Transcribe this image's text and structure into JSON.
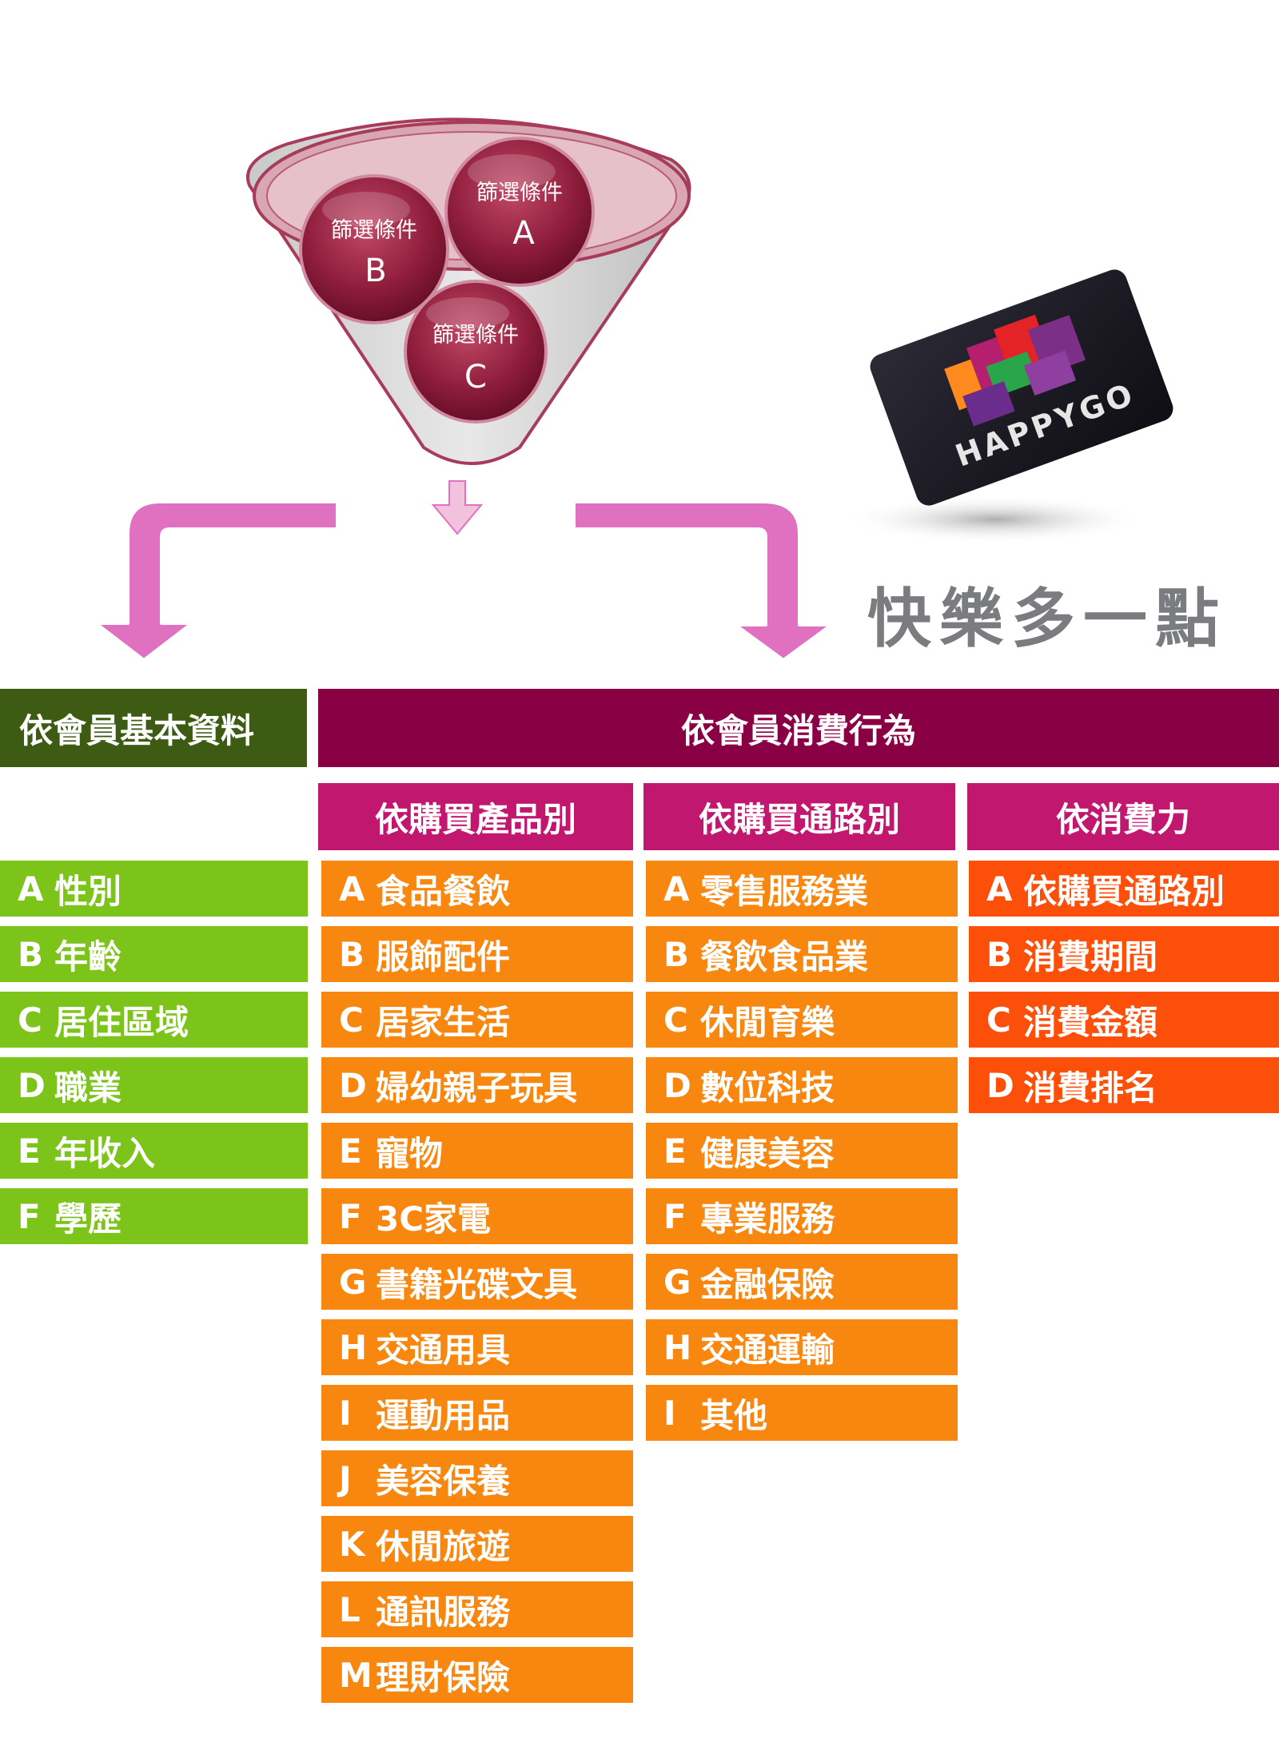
{
  "funnel": {
    "bubbles": [
      {
        "label": "篩選條件",
        "letter": "A"
      },
      {
        "label": "篩選條件",
        "letter": "B"
      },
      {
        "label": "篩選條件",
        "letter": "C"
      }
    ]
  },
  "brand": {
    "card_text": "HAPPYGO",
    "name": "快樂多一點"
  },
  "headers": {
    "basic": "依會員基本資料",
    "behavior": "依會員消費行為"
  },
  "subheaders": {
    "product": "依購買產品別",
    "channel": "依購買通路別",
    "spending": "依消費力"
  },
  "columns": {
    "basic": [
      {
        "letter": "A",
        "text": "性別"
      },
      {
        "letter": "B",
        "text": "年齡"
      },
      {
        "letter": "C",
        "text": "居住區域"
      },
      {
        "letter": "D",
        "text": "職業"
      },
      {
        "letter": "E",
        "text": "年收入"
      },
      {
        "letter": "F",
        "text": "學歷"
      }
    ],
    "product": [
      {
        "letter": "A",
        "text": "食品餐飲"
      },
      {
        "letter": "B",
        "text": "服飾配件"
      },
      {
        "letter": "C",
        "text": "居家生活"
      },
      {
        "letter": "D",
        "text": "婦幼親子玩具"
      },
      {
        "letter": "E",
        "text": "寵物"
      },
      {
        "letter": "F",
        "text": "3C家電"
      },
      {
        "letter": "G",
        "text": "書籍光碟文具"
      },
      {
        "letter": "H",
        "text": "交通用具"
      },
      {
        "letter": "I",
        "text": "運動用品"
      },
      {
        "letter": "J",
        "text": "美容保養"
      },
      {
        "letter": "K",
        "text": "休閒旅遊"
      },
      {
        "letter": "L",
        "text": "通訊服務"
      },
      {
        "letter": "M",
        "text": "理財保險"
      }
    ],
    "channel": [
      {
        "letter": "A",
        "text": "零售服務業"
      },
      {
        "letter": "B",
        "text": "餐飲食品業"
      },
      {
        "letter": "C",
        "text": "休閒育樂"
      },
      {
        "letter": "D",
        "text": "數位科技"
      },
      {
        "letter": "E",
        "text": "健康美容"
      },
      {
        "letter": "F",
        "text": "專業服務"
      },
      {
        "letter": "G",
        "text": "金融保險"
      },
      {
        "letter": "H",
        "text": "交通運輸"
      },
      {
        "letter": "I",
        "text": "其他"
      }
    ],
    "spending": [
      {
        "letter": "A",
        "text": "依購買通路別"
      },
      {
        "letter": "B",
        "text": "消費期間"
      },
      {
        "letter": "C",
        "text": "消費金額"
      },
      {
        "letter": "D",
        "text": "消費排名"
      }
    ]
  },
  "colors": {
    "basic_header": "#3d5b13",
    "behavior_header": "#8a0045",
    "subheader": "#c2176f",
    "green_item": "#7cc31a",
    "orange_item": "#f8870f",
    "red_item": "#fb4f0a",
    "arrow": "#e070c0"
  }
}
